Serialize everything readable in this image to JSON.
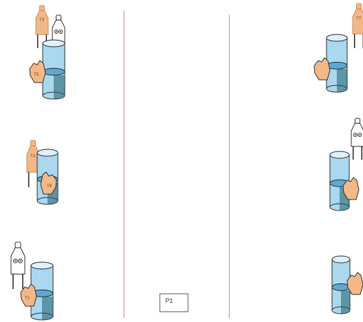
{
  "lanes": {
    "line_color": "#d8a8a8"
  },
  "figures": [
    {
      "id": "left-1",
      "persons": [
        {
          "kind": "person-tan",
          "tag": "T3"
        },
        {
          "kind": "person-white"
        }
      ],
      "cup": {
        "hand": "T5"
      }
    },
    {
      "id": "left-2",
      "persons": [
        {
          "kind": "person-tan",
          "tag": "T4"
        }
      ],
      "cup": {
        "hand": "T6"
      }
    },
    {
      "id": "left-3",
      "persons": [
        {
          "kind": "person-white"
        }
      ],
      "cup": {
        "hand": "T2"
      }
    },
    {
      "id": "right-1",
      "persons": [
        {
          "kind": "person-tan",
          "tag": "T7"
        }
      ],
      "cup": {
        "hand": ""
      }
    },
    {
      "id": "right-2",
      "persons": [
        {
          "kind": "person-white"
        }
      ],
      "cup": {
        "hand": ""
      }
    },
    {
      "id": "right-3",
      "persons": [],
      "cup": {
        "hand": ""
      }
    }
  ],
  "box": {
    "label": "P1"
  },
  "colors": {
    "water": "#a9d8ef",
    "water_dark": "#5fa8cf",
    "glass": "#dff1fa",
    "skin": "#f2b887",
    "skin_dark": "#c88b5c",
    "figure_white": "#ffffff",
    "teal_shadow": "#1f5f66",
    "outline": "#2a2a2a"
  }
}
